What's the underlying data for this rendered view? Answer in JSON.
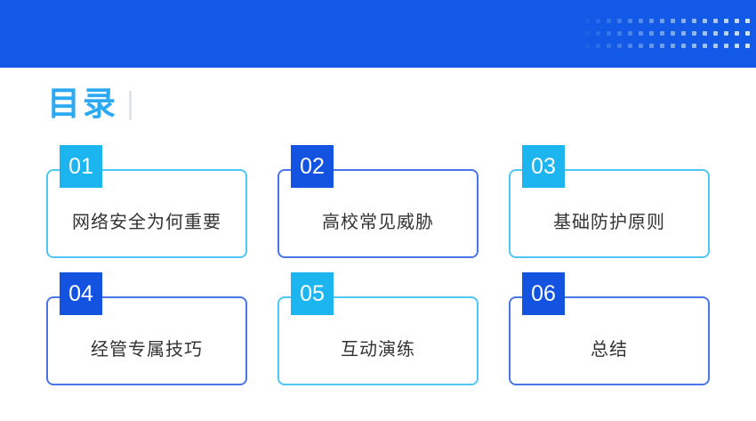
{
  "page": {
    "title": "目录"
  },
  "header": {
    "background_color": "#1159E6",
    "dots_pattern": {
      "rows": 3,
      "cols": 16,
      "dot_color": "#d9edfc"
    }
  },
  "colors": {
    "title_cyan": "#2BA9F2",
    "badge_cyan": "#1CB5F0",
    "badge_blue": "#1353E0",
    "border_cyan": "#4FC6F3",
    "border_blue": "#4A74EA",
    "card_text": "#333333",
    "divider": "#dfe4ef"
  },
  "toc": {
    "items": [
      {
        "number": "01",
        "label": "网络安全为何重要",
        "theme": "cyan"
      },
      {
        "number": "02",
        "label": "高校常见威胁",
        "theme": "blue"
      },
      {
        "number": "03",
        "label": "基础防护原则",
        "theme": "cyan"
      },
      {
        "number": "04",
        "label": "经管专属技巧",
        "theme": "blue"
      },
      {
        "number": "05",
        "label": "互动演练",
        "theme": "cyan"
      },
      {
        "number": "06",
        "label": "总结",
        "theme": "blue"
      }
    ]
  }
}
